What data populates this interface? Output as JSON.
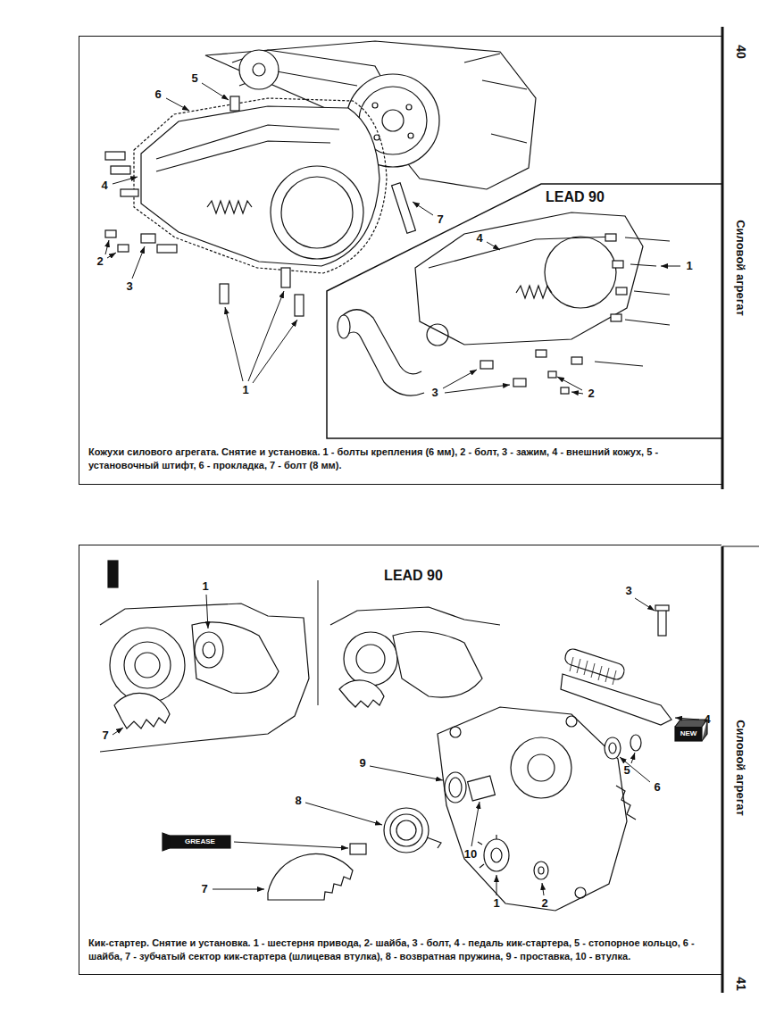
{
  "diagram": {
    "nodes": [
      {
        "text": [
          "Кожухи силового агрегата. Снятие и установка. 1 - болты крепления (6 мм), 2 - болт, 3 - зажим, 4 - внешний кожух, 5 - установочный штифт, 6 - прокладка, 7 - болт (8 мм)."
        ]
      },
      {
        "text": [
          "LEAD 90"
        ],
        "in": 0
      },
      {
        "text": [
          "Кик-стартер. Снятие и установка. 1 - шестерня привода, 2- шайба, 3 - болт, 4 - педаль кик-стартера, 5 - стопорное кольцо, 6 - шайба, 7 - зубчатый сектор кик-стартера (шлицевая втулка), 8 - возвратная пружина, 9 - проставка, 10 - втулка."
        ]
      }
    ],
    "labels": [
      "40",
      "Силовой агрегат",
      "5",
      "6",
      "4",
      "2",
      "3",
      "1",
      "7",
      "4",
      "1",
      "3",
      "2",
      "LEAD 90",
      "1",
      "7",
      "3",
      "4",
      "5",
      "6",
      "9",
      "8",
      "10",
      "1",
      "2",
      "7",
      "GREASE",
      "NEW",
      "Силовой агрегат",
      "41"
    ]
  }
}
